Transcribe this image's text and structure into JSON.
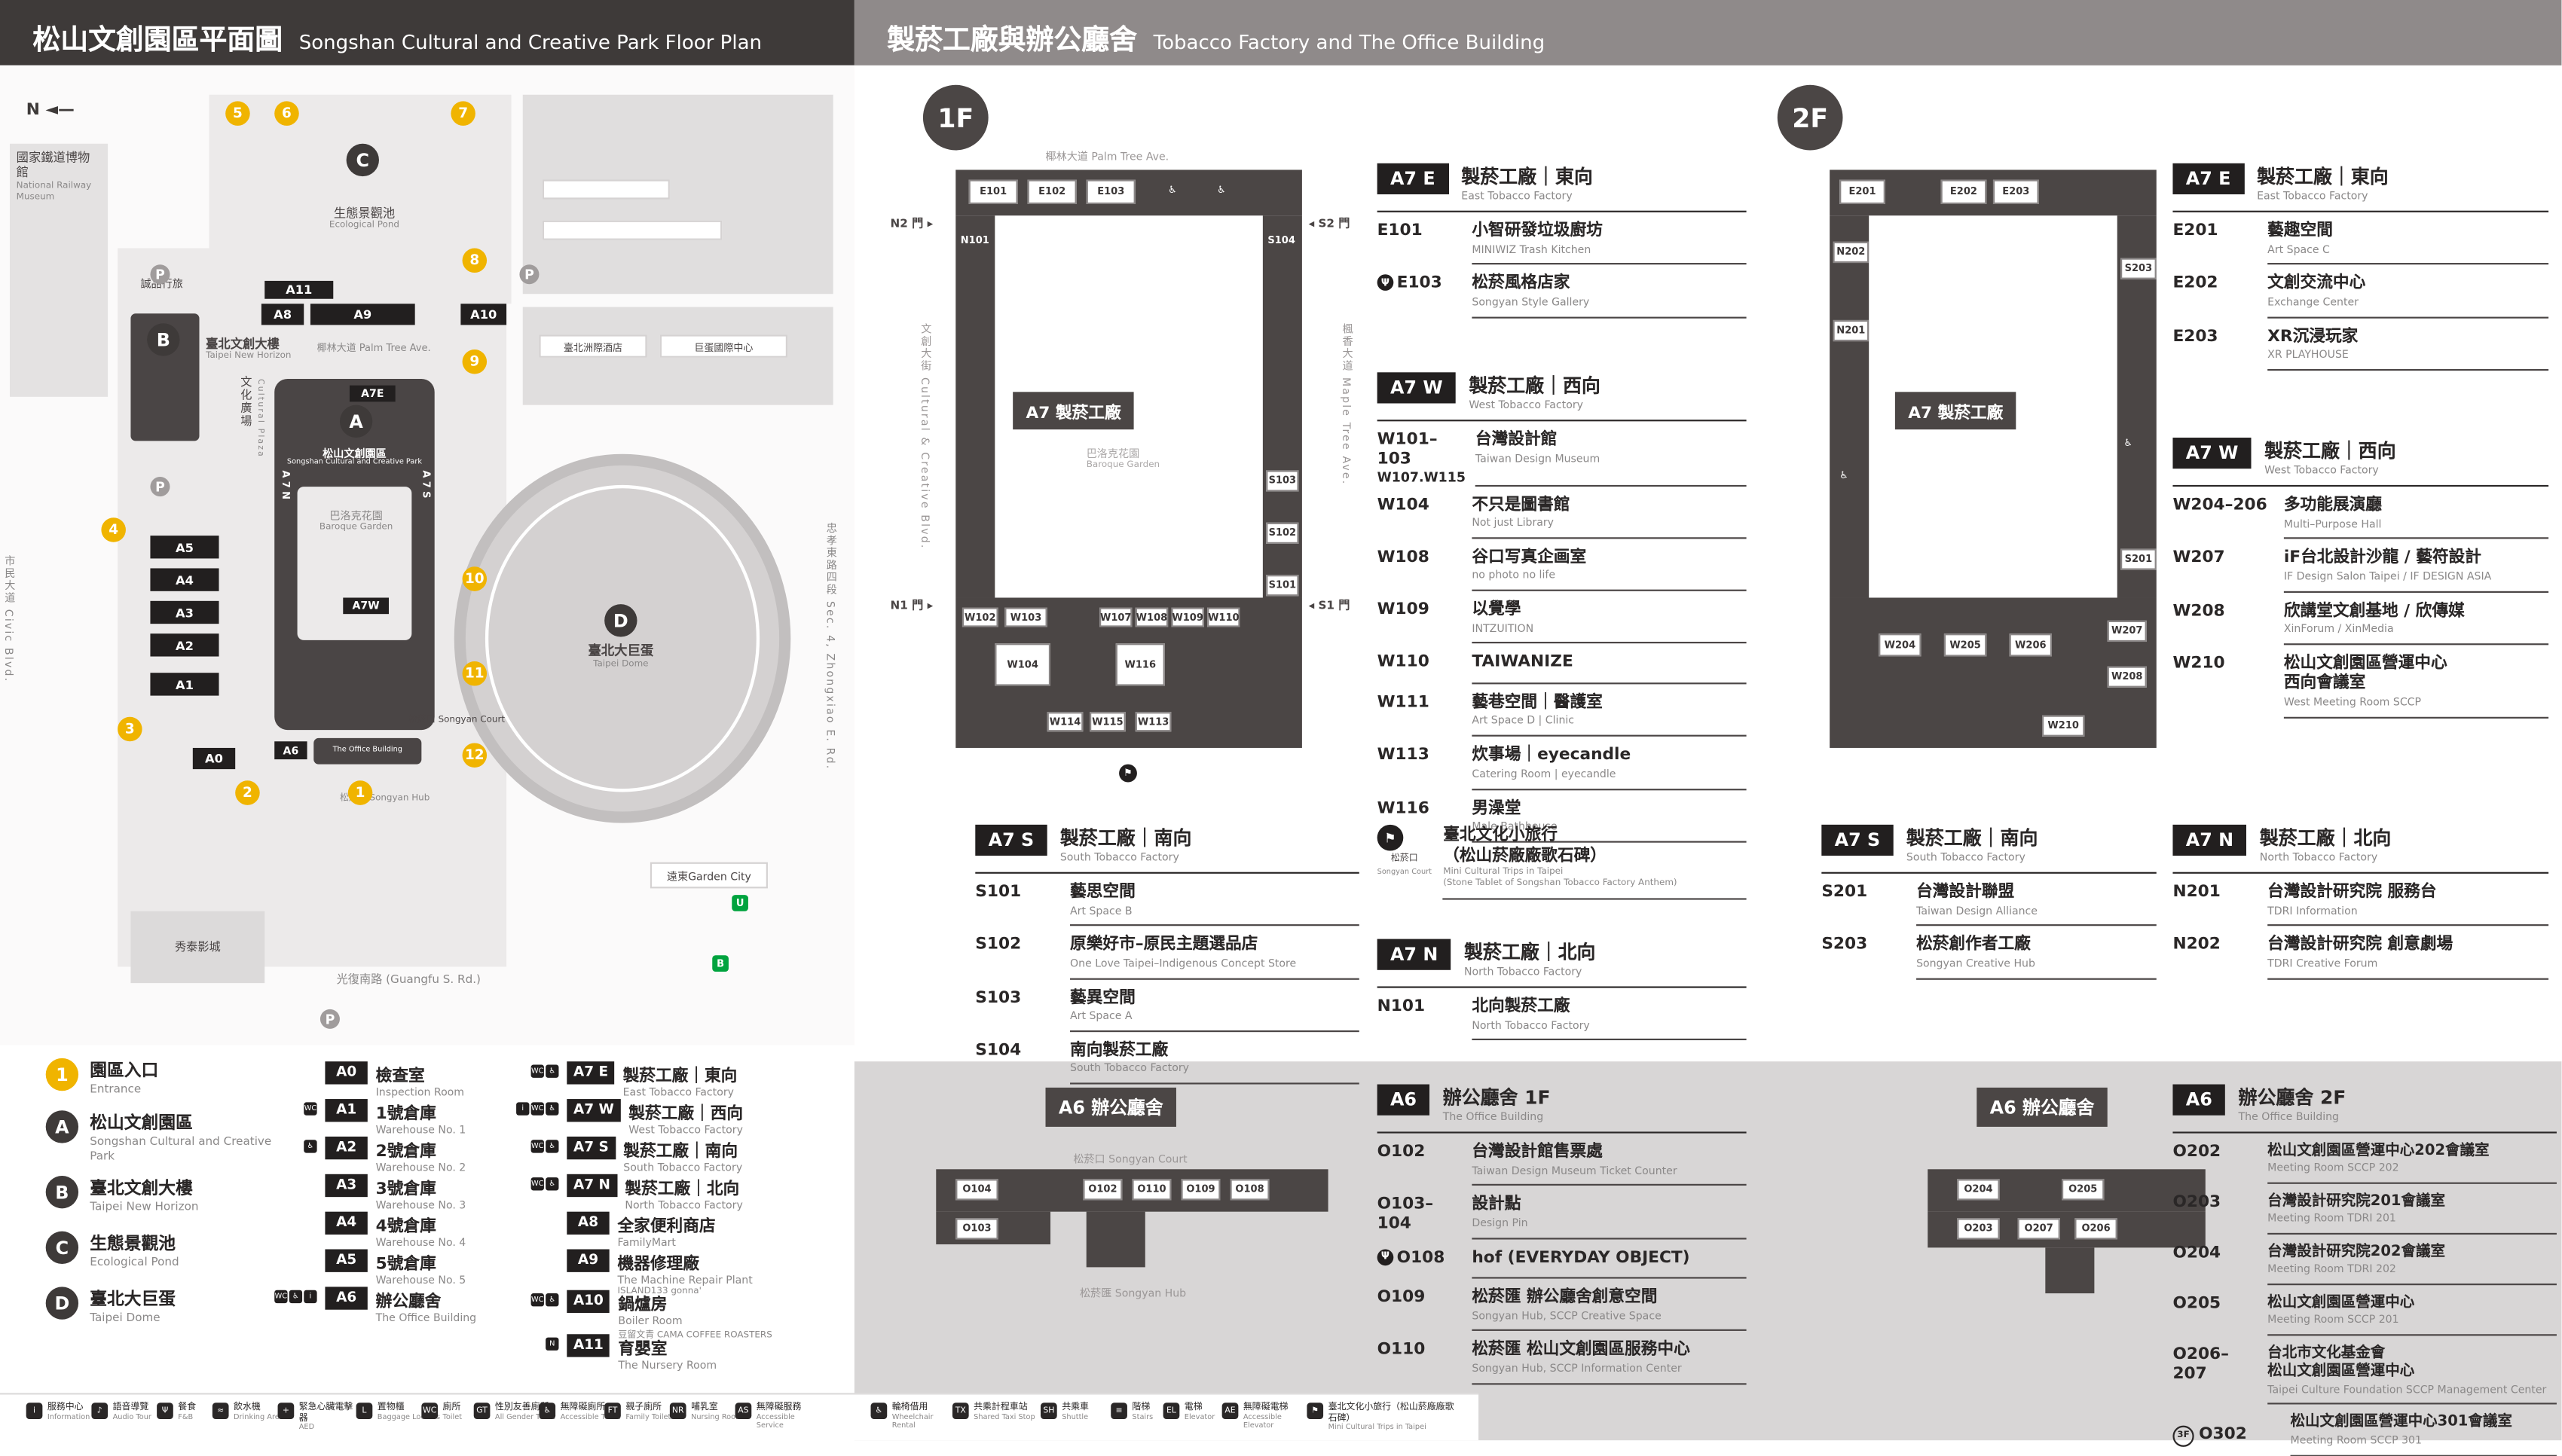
{
  "headers": {
    "left_zh": "松山文創園區平面圖",
    "left_en": "Songshan Cultural and Creative Park Floor Plan",
    "right_zh": "製菸工廠與辦公廳舍",
    "right_en": "Tobacco Factory and The Office Building"
  },
  "map": {
    "north": "N",
    "railway_zh": "國家鐵道博物館",
    "railway_en": "National Railway Museum",
    "eco_zh": "生態景觀池",
    "eco_en": "Ecological Pond",
    "hotel1": "臺北洲際酒店",
    "hotel2": "巨蛋國際中心",
    "eslite_hotel": "誠品行旅",
    "tnh_zh": "臺北文創大樓",
    "tnh_en": "Taipei New Horizon",
    "plaza_zh": "文化廣場",
    "plaza_en": "Cultural Plaza",
    "palm": "椰林大道 Palm Tree Ave.",
    "sccp_zh": "松山文創園區",
    "sccp_en": "Songshan Cultural and Creative Park",
    "baroque_zh": "巴洛克花園",
    "baroque_en": "Baroque Garden",
    "court": "松菸口 Songyan Court",
    "office": "The Office Building",
    "hub": "松菸匯 Songyan Hub",
    "dome_zh": "臺北大巨蛋",
    "dome_en": "Taipei Dome",
    "cinema": "秀泰影城",
    "garden_city": "遠東Garden City",
    "st_guangfu": "光復南路 (Guangfu S. Rd.)",
    "st_zhongxiao": "忠孝東路四段 Sec. 4, Zhongxiao E. Rd.",
    "st_civic": "市民大道 Civic Blvd.",
    "pins": {
      "a": "A",
      "b": "B",
      "c": "C",
      "d": "D"
    },
    "codes": {
      "a0": "A0",
      "a1": "A1",
      "a2": "A2",
      "a3": "A3",
      "a4": "A4",
      "a5": "A5",
      "a6": "A6",
      "a7e": "A7E",
      "a7w": "A7W",
      "a7n": "A7N",
      "a7s": "A7S",
      "a8": "A8",
      "a9": "A9",
      "a10": "A10",
      "a11": "A11"
    },
    "entrances": [
      "1",
      "2",
      "3",
      "4",
      "5",
      "6",
      "7",
      "8",
      "9",
      "10",
      "11",
      "12"
    ]
  },
  "legend": {
    "landmarks": [
      {
        "icon": "1",
        "zh": "園區入口",
        "en": "Entrance"
      },
      {
        "icon": "A",
        "zh": "松山文創園區",
        "en": "Songshan Cultural and Creative Park"
      },
      {
        "icon": "B",
        "zh": "臺北文創大樓",
        "en": "Taipei New Horizon"
      },
      {
        "icon": "C",
        "zh": "生態景觀池",
        "en": "Ecological Pond"
      },
      {
        "icon": "D",
        "zh": "臺北大巨蛋",
        "en": "Taipei Dome"
      }
    ],
    "col_a": [
      {
        "code": "A0",
        "zh": "檢查室",
        "en": "Inspection Room"
      },
      {
        "code": "A1",
        "zh": "1號倉庫",
        "en": "Warehouse No. 1"
      },
      {
        "code": "A2",
        "zh": "2號倉庫",
        "en": "Warehouse No. 2"
      },
      {
        "code": "A3",
        "zh": "3號倉庫",
        "en": "Warehouse No. 3"
      },
      {
        "code": "A4",
        "zh": "4號倉庫",
        "en": "Warehouse No. 4"
      },
      {
        "code": "A5",
        "zh": "5號倉庫",
        "en": "Warehouse No. 5"
      },
      {
        "code": "A6",
        "zh": "辦公廳舍",
        "en": "The Office Building"
      }
    ],
    "col_b": [
      {
        "code": "A7 E",
        "zh": "製菸工廠｜東向",
        "en": "East Tobacco Factory"
      },
      {
        "code": "A7 W",
        "zh": "製菸工廠｜西向",
        "en": "West Tobacco Factory"
      },
      {
        "code": "A7 S",
        "zh": "製菸工廠｜南向",
        "en": "South Tobacco Factory"
      },
      {
        "code": "A7 N",
        "zh": "製菸工廠｜北向",
        "en": "North Tobacco Factory"
      },
      {
        "code": "A8",
        "zh": "全家便利商店",
        "en": "FamilyMart"
      },
      {
        "code": "A9",
        "zh": "機器修理廠",
        "en": "The Machine Repair Plant",
        "note": "ISLAND133 gonna'"
      },
      {
        "code": "A10",
        "zh": "鍋爐房",
        "en": "Boiler Room",
        "note": "豆留文青 CAMA COFFEE ROASTERS"
      },
      {
        "code": "A11",
        "zh": "育嬰室",
        "en": "The Nursery Room"
      }
    ]
  },
  "f1": {
    "badge": "1F",
    "plan": {
      "street_top": "椰林大道 Palm Tree Ave.",
      "street_left": "文創大街 Cultural & Creative Blvd.",
      "street_right": "楓香大道 Maple Tree Ave.",
      "gate_n1": "N1 門",
      "gate_n2": "N2 門",
      "gate_s1": "S1 門",
      "gate_s2": "S2 門",
      "label": "A7 製菸工廠",
      "garden_zh": "巴洛克花園",
      "garden_en": "Baroque Garden",
      "rooms": {
        "e101": "E101",
        "e102": "E102",
        "e103": "E103",
        "n101": "N101",
        "s101": "S101",
        "s102": "S102",
        "s103": "S103",
        "s104": "S104",
        "w102": "W102",
        "w103": "W103",
        "w104": "W104",
        "w107": "W107",
        "w108": "W108",
        "w109": "W109",
        "w110": "W110",
        "w113": "W113",
        "w114": "W114",
        "w115": "W115",
        "w116": "W116"
      }
    },
    "a7e": {
      "tag": "A7 E",
      "zh": "製菸工廠｜東向",
      "en": "East Tobacco Factory",
      "rooms": [
        {
          "code": "E101",
          "zh": "小智研發垃圾廚坊",
          "en": "MINIWIZ Trash Kitchen"
        },
        {
          "code": "E103",
          "zh": "松菸風格店家",
          "en": "Songyan Style Gallery"
        }
      ]
    },
    "a7w": {
      "tag": "A7 W",
      "zh": "製菸工廠｜西向",
      "en": "West Tobacco Factory",
      "rooms": [
        {
          "code": "W101–103",
          "code2": "W107.W115",
          "zh": "台灣設計館",
          "en": "Taiwan Design Museum"
        },
        {
          "code": "W104",
          "zh": "不只是圖書館",
          "en": "Not just Library"
        },
        {
          "code": "W108",
          "zh": "谷口写真企画室",
          "en": "no photo no life"
        },
        {
          "code": "W109",
          "zh": "以覺學",
          "en": "INTZUITION"
        },
        {
          "code": "W110",
          "zh": "TAIWANIZE",
          "en": ""
        },
        {
          "code": "W111",
          "zh": "藝巷空間｜醫護室",
          "en": "Art Space D | Clinic"
        },
        {
          "code": "W113",
          "zh": "炊事場｜eyecandle",
          "en": "Catering Room | eyecandle"
        },
        {
          "code": "W116",
          "zh": "男澡堂",
          "en": "Male Bathhouse"
        }
      ]
    },
    "a7s": {
      "tag": "A7 S",
      "zh": "製菸工廠｜南向",
      "en": "South Tobacco Factory",
      "rooms": [
        {
          "code": "S101",
          "zh": "藝思空間",
          "en": "Art Space B"
        },
        {
          "code": "S102",
          "zh": "原樂好市–原民主題選品店",
          "en": "One Love Taipei–Indigenous Concept Store"
        },
        {
          "code": "S103",
          "zh": "藝異空間",
          "en": "Art Space A"
        },
        {
          "code": "S104",
          "zh": "南向製菸工廠",
          "en": "South Tobacco Factory"
        }
      ]
    },
    "a7n": {
      "tag": "A7 N",
      "zh": "製菸工廠｜北向",
      "en": "North Tobacco Factory",
      "rooms": [
        {
          "code": "N101",
          "zh": "北向製菸工廠",
          "en": "North Tobacco Factory"
        }
      ]
    },
    "court_note": {
      "label_zh": "松菸口",
      "label_en": "Songyan Court",
      "zh1": "臺北文化小旅行",
      "zh2": "（松山菸廠廠歌石碑）",
      "en1": "Mini Cultural Trips in Taipei",
      "en2": "(Stone Tablet of Songshan Tobacco Factory Anthem)"
    },
    "a6": {
      "plan_label": "A6 辦公廳舍",
      "court": "松菸口 Songyan Court",
      "hub": "松菸匯 Songyan Hub",
      "plan_rooms": {
        "o102": "O102",
        "o103": "O103",
        "o104": "O104",
        "o108": "O108",
        "o109": "O109",
        "o110": "O110"
      },
      "tag": "A6",
      "zh": "辦公廳舍 1F",
      "en": "The Office Building",
      "rooms": [
        {
          "code": "O102",
          "zh": "台灣設計館售票處",
          "en": "Taiwan Design Museum Ticket Counter"
        },
        {
          "code": "O103–104",
          "zh": "設計點",
          "en": "Design Pin"
        },
        {
          "code": "O108",
          "zh": "hof (EVERYDAY OBJECT)",
          "en": ""
        },
        {
          "code": "O109",
          "zh": "松菸匯 辦公廳舍創意空間",
          "en": "Songyan Hub, SCCP Creative Space"
        },
        {
          "code": "O110",
          "zh": "松菸匯 松山文創園區服務中心",
          "en": "Songyan Hub, SCCP Information Center"
        }
      ]
    }
  },
  "f2": {
    "badge": "2F",
    "plan": {
      "label": "A7 製菸工廠",
      "rooms": {
        "e201": "E201",
        "e202": "E202",
        "e203": "E203",
        "n201": "N201",
        "n202": "N202",
        "s201": "S201",
        "s203": "S203",
        "w204": "W204",
        "w205": "W205",
        "w206": "W206",
        "w207": "W207",
        "w208": "W208",
        "w210": "W210"
      }
    },
    "a7e": {
      "tag": "A7 E",
      "zh": "製菸工廠｜東向",
      "en": "East Tobacco Factory",
      "rooms": [
        {
          "code": "E201",
          "zh": "藝趣空間",
          "en": "Art Space C"
        },
        {
          "code": "E202",
          "zh": "文創交流中心",
          "en": "Exchange Center"
        },
        {
          "code": "E203",
          "zh": "XR沉浸玩家",
          "en": "XR PLAYHOUSE"
        }
      ]
    },
    "a7w": {
      "tag": "A7 W",
      "zh": "製菸工廠｜西向",
      "en": "West Tobacco Factory",
      "rooms": [
        {
          "code": "W204–206",
          "zh": "多功能展演廳",
          "en": "Multi–Purpose Hall"
        },
        {
          "code": "W207",
          "zh": "iF台北設計沙龍 / 藝符設計",
          "en": "IF Design Salon Taipei / IF DESIGN ASIA"
        },
        {
          "code": "W208",
          "zh": "欣講堂文創基地 / 欣傳媒",
          "en": "XinForum / XinMedia"
        },
        {
          "code": "W210",
          "zh": "松山文創園區營運中心",
          "zh2": "西向會議室",
          "en": "West Meeting Room SCCP"
        }
      ]
    },
    "a7s": {
      "tag": "A7 S",
      "zh": "製菸工廠｜南向",
      "en": "South Tobacco Factory",
      "rooms": [
        {
          "code": "S201",
          "zh": "台灣設計聯盟",
          "en": "Taiwan Design Alliance"
        },
        {
          "code": "S203",
          "zh": "松菸創作者工廠",
          "en": "Songyan Creative Hub"
        }
      ]
    },
    "a7n": {
      "tag": "A7 N",
      "zh": "製菸工廠｜北向",
      "en": "North Tobacco Factory",
      "rooms": [
        {
          "code": "N201",
          "zh": "台灣設計研究院 服務台",
          "en": "TDRI Information"
        },
        {
          "code": "N202",
          "zh": "台灣設計研究院 創意劇場",
          "en": "TDRI Creative Forum"
        }
      ]
    },
    "a6": {
      "plan_label": "A6 辦公廳舍",
      "plan_rooms": {
        "o203": "O203",
        "o204": "O204",
        "o205": "O205",
        "o206": "O206",
        "o207": "O207"
      },
      "tag": "A6",
      "zh": "辦公廳舍 2F",
      "en": "The Office Building",
      "rooms": [
        {
          "code": "O202",
          "zh": "松山文創園區營運中心202會議室",
          "en": "Meeting Room SCCP 202"
        },
        {
          "code": "O203",
          "zh": "台灣設計研究院201會議室",
          "en": "Meeting Room TDRI 201"
        },
        {
          "code": "O204",
          "zh": "台灣設計研究院202會議室",
          "en": "Meeting Room TDRI 202"
        },
        {
          "code": "O205",
          "zh": "松山文創園區營運中心",
          "en": "Meeting Room SCCP 201"
        },
        {
          "code": "O206–207",
          "zh": "台北市文化基金會",
          "zh2": "松山文創園區營運中心",
          "en": "Taipei Culture Foundation SCCP Management Center"
        }
      ],
      "extra": {
        "floor": "3F",
        "code": "O302",
        "zh": "松山文創園區營運中心301會議室",
        "en": "Meeting Room SCCP 301"
      }
    }
  },
  "footer": {
    "left": [
      {
        "zh": "服務中心",
        "en": "Information"
      },
      {
        "zh": "語音導覽",
        "en": "Audio Tour"
      },
      {
        "zh": "餐食",
        "en": "F&B"
      },
      {
        "zh": "飲水機",
        "en": "Drinking Area"
      },
      {
        "zh": "緊急心臟電擊器",
        "en": "AED"
      },
      {
        "zh": "置物櫃",
        "en": "Baggage Lockers"
      },
      {
        "zh": "廁所",
        "en": "Toilet"
      },
      {
        "zh": "性別友善廁所",
        "en": "All Gender Toilet"
      },
      {
        "zh": "無障礙廁所",
        "en": "Accessible Toilet"
      },
      {
        "zh": "親子廁所",
        "en": "Family Toilet"
      },
      {
        "zh": "哺乳室",
        "en": "Nursing Room"
      },
      {
        "zh": "無障礙服務",
        "en": "Accessible Service"
      }
    ],
    "right": [
      {
        "zh": "輪椅借用",
        "en": "Wheelchair Rental"
      },
      {
        "zh": "共乘計程車站",
        "en": "Shared Taxi Stop"
      },
      {
        "zh": "共乘車",
        "en": "Shuttle"
      },
      {
        "zh": "階梯",
        "en": "Stairs"
      },
      {
        "zh": "電梯",
        "en": "Elevator"
      },
      {
        "zh": "無障礙電梯",
        "en": "Accessible Elevator"
      },
      {
        "zh": "臺北文化小旅行（松山菸廠廠歌石碑）",
        "en": "Mini Cultural Trips in Taipei"
      }
    ]
  }
}
